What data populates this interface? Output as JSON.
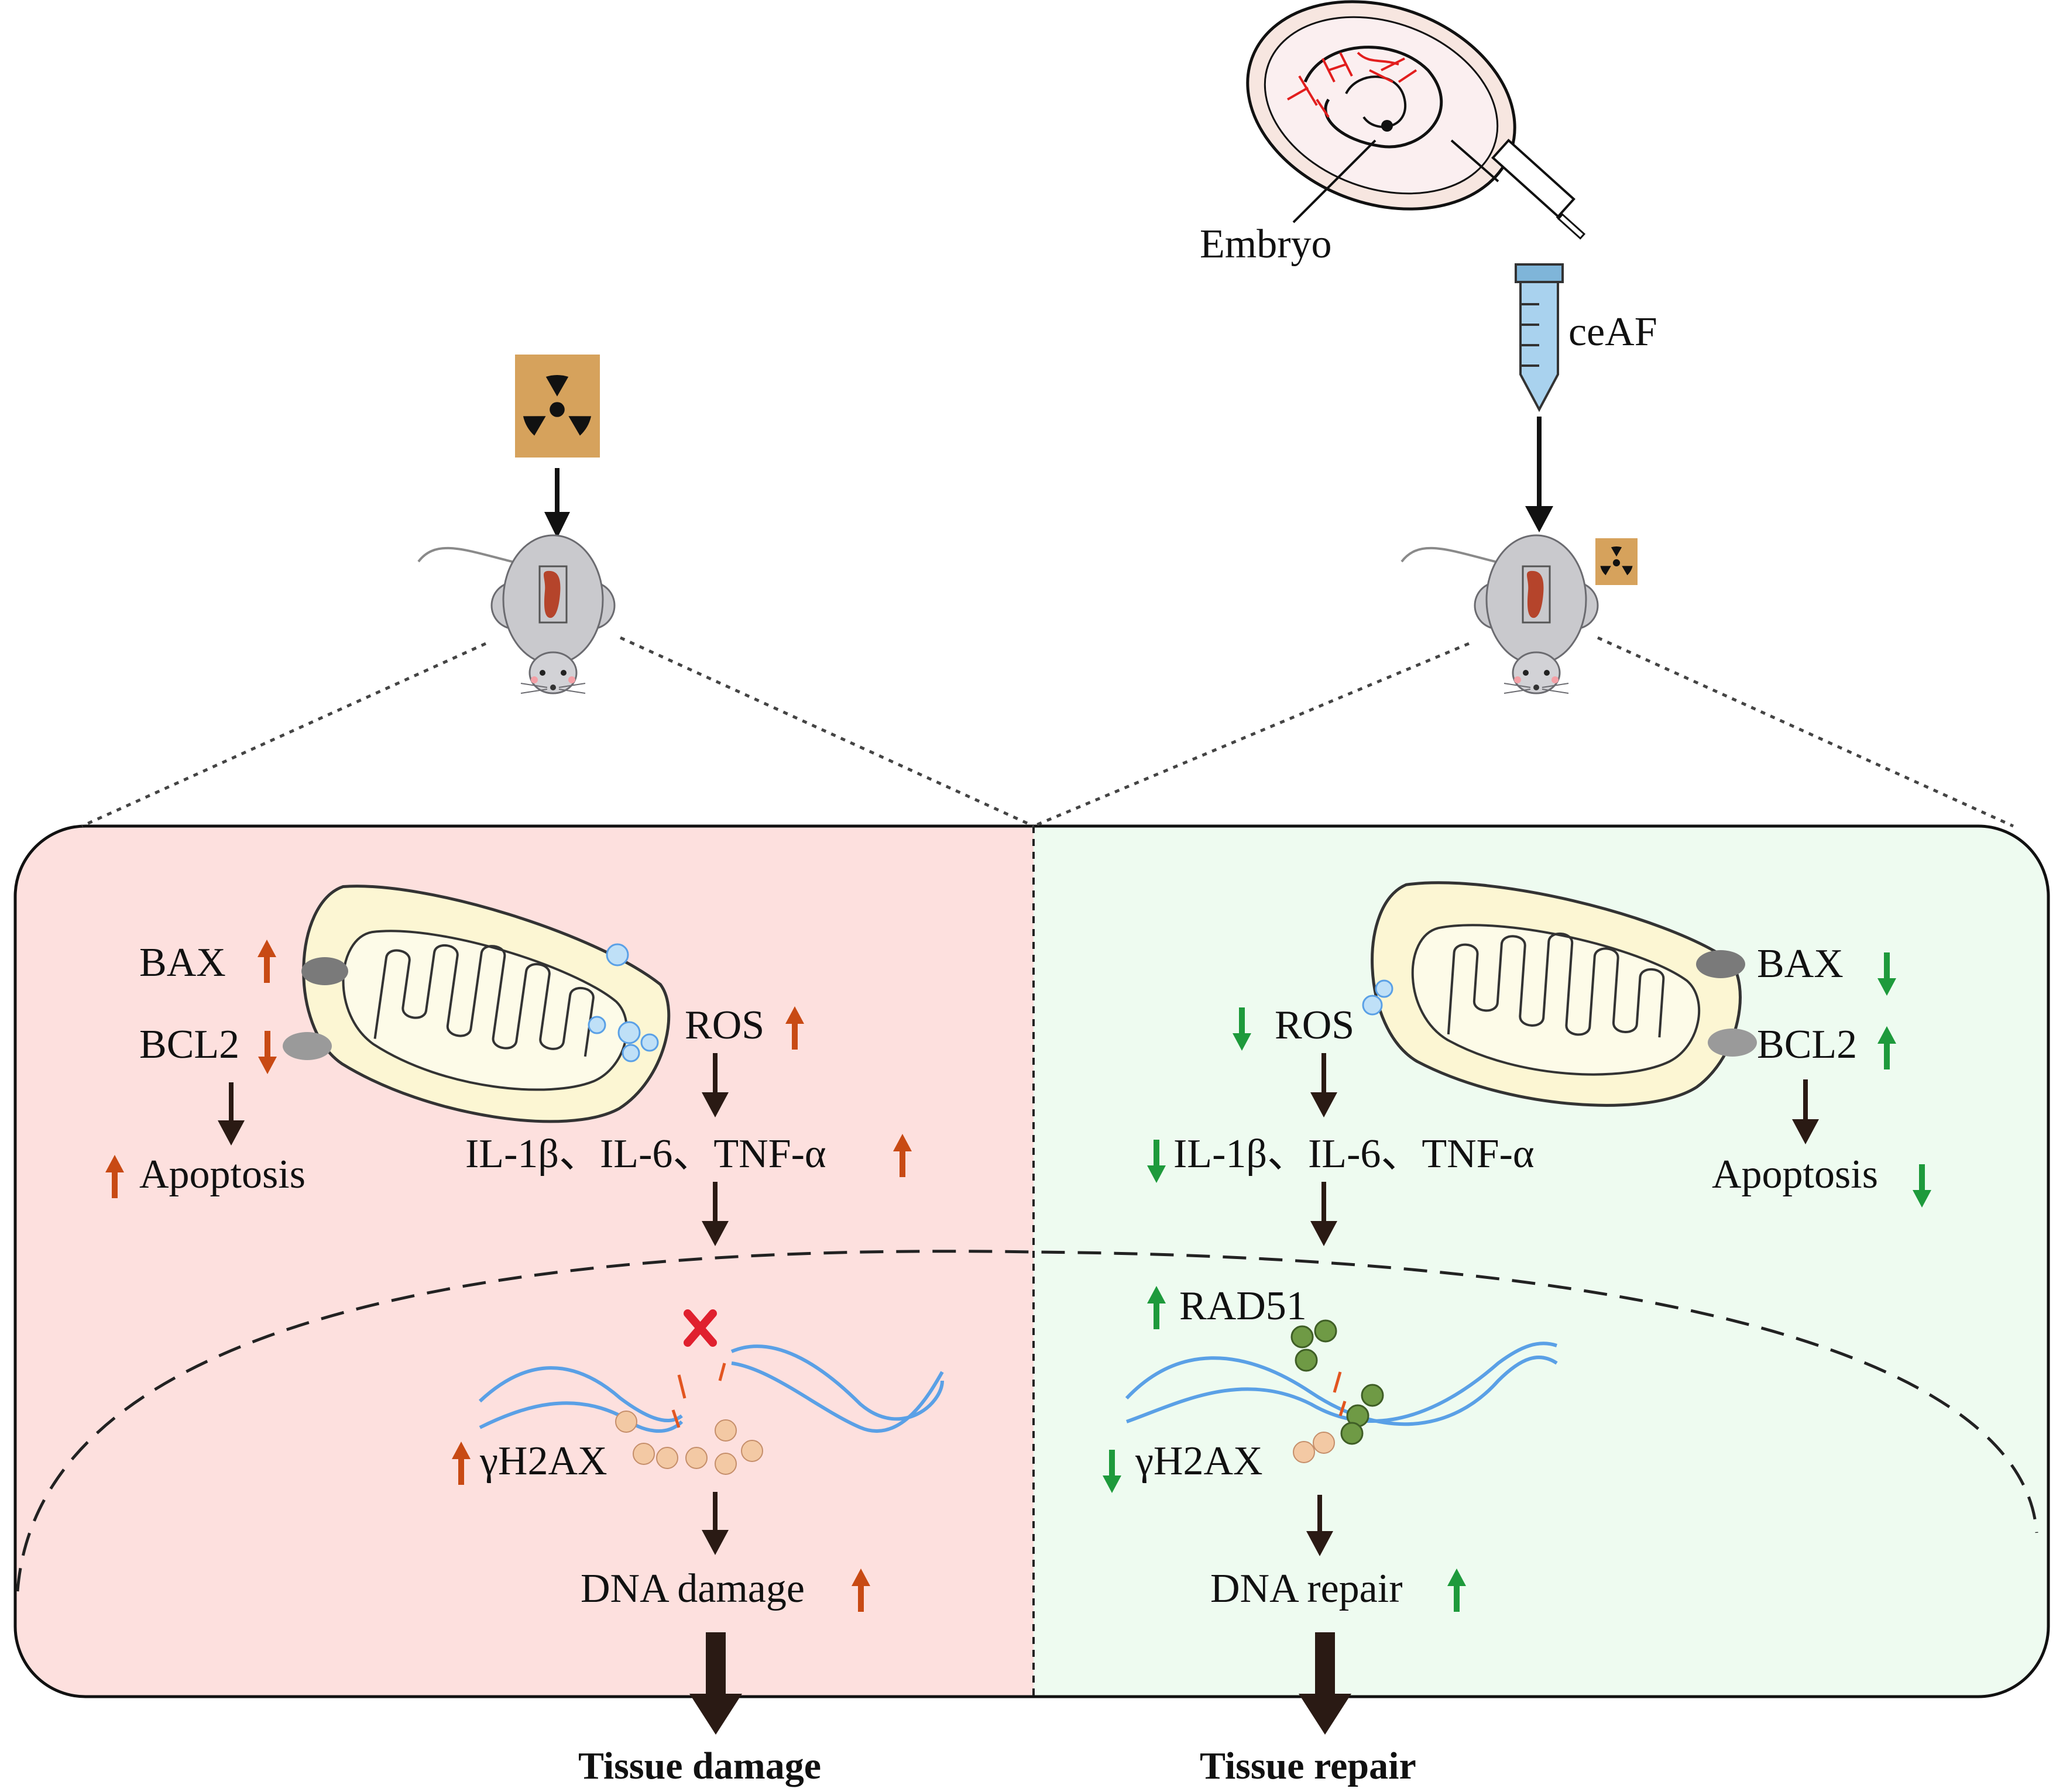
{
  "colors": {
    "damage_bg": "#fde0de",
    "repair_bg": "#eefbf0",
    "up_orange": "#c84a14",
    "down_green": "#1e9a3c",
    "arrow_dark": "#2a1a14",
    "radiation_box": "#d6a25c",
    "mito_fill": "#fcf6d3",
    "dna_blue": "#5aa0e6",
    "h2ax_bead": "#f3c9a4",
    "rad51_bead": "#6f9a45",
    "x_mark": "#e0202e"
  },
  "icons": [
    "radiation-icon",
    "mouse-icon",
    "egg-icon",
    "syringe-icon",
    "tube-icon",
    "mitochondrion-icon",
    "dna-icon"
  ],
  "top": {
    "embryo_label": "Embryo",
    "ceaf_label": "ceAF"
  },
  "left_panel": {
    "bax": "BAX",
    "bcl2": "BCL2",
    "apoptosis": "Apoptosis",
    "ros": "ROS",
    "cytokines": "IL-1β、IL-6、TNF-α",
    "h2ax": "γH2AX",
    "dna_result": "DNA damage",
    "outcome": "Tissue damage"
  },
  "right_panel": {
    "bax": "BAX",
    "bcl2": "BCL2",
    "apoptosis": "Apoptosis",
    "ros": "ROS",
    "cytokines": "IL-1β、IL-6、TNF-α",
    "rad51": "RAD51",
    "h2ax": "γH2AX",
    "dna_result": "DNA repair",
    "outcome": "Tissue repair"
  }
}
